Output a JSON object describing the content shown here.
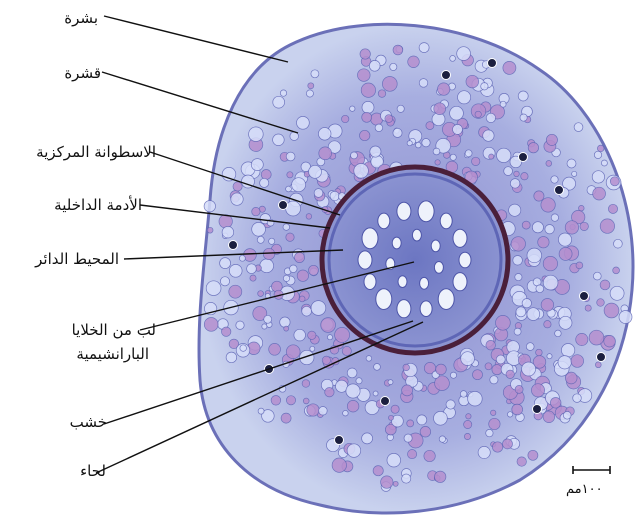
{
  "labels": {
    "epidermis": "بشرة",
    "cortex": "قشرة",
    "vascular_cylinder": "الاسطوانة المركزية",
    "endodermis": "الأدمة الداخلية",
    "pericycle": "المحيط الدائر",
    "pith_line1": "لب من الخلايا",
    "pith_line2": "البارانشيمية",
    "xylem": "خشب",
    "phloem": "لحاء"
  },
  "scale_bar": {
    "text": "١٠٠مم"
  },
  "colors": {
    "background": "#ffffff",
    "outer_tissue": "#aeb4dc",
    "cortex_tissue": "#9fa0d6",
    "cell_wall": "#5a5fb0",
    "endodermis_ring": "#4a1f3a",
    "stele": "#7f86c8",
    "vessel": "#e6ecf8",
    "label_line": "#111111"
  }
}
